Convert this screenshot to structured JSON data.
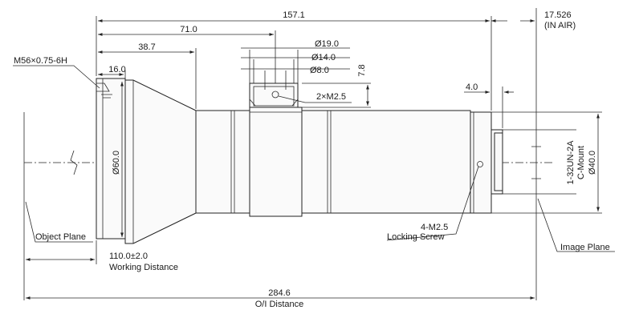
{
  "dimensions": {
    "overall_length": "157.1",
    "dim_71": "71.0",
    "dim_38_7": "38.7",
    "dim_16": "16.0",
    "back_focal": "17.526",
    "back_focal_note": "(IN AIR)",
    "dia_19": "Ø19.0",
    "dia_14": "Ø14.0",
    "dia_8": "Ø8.0",
    "dim_7_8": "7.8",
    "screw_2m25": "2×M2.5",
    "dim_4": "4.0",
    "dia_60": "Ø60.0",
    "dia_40": "Ø40.0",
    "mount_thread": "1-32UN-2A",
    "mount_name": "C-Mount",
    "front_thread": "M56×0.75-6H",
    "locking_screw_size": "4-M2.5",
    "locking_screw_label": "Locking Screw",
    "working_distance_value": "110.0±2.0",
    "working_distance_label": "Working Distance",
    "object_plane_label": "Object Plane",
    "image_plane_label": "Image Plane",
    "oi_distance_value": "284.6",
    "oi_distance_label": "O/I Distance"
  }
}
